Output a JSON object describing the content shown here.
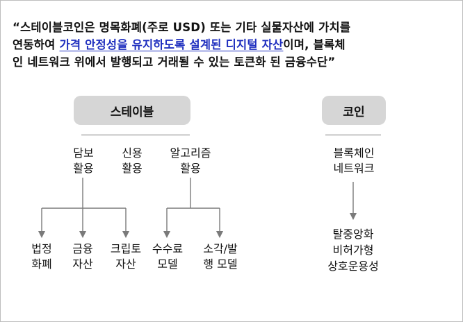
{
  "definition": {
    "line1": "“스테이블코인은 명목화폐(주로 USD) 또는 기타 실물자산에 가치를",
    "line2_pre": "연동하여 ",
    "line2_highlight": "가격 안정성을 유지하도록 설계된 디지털 자산",
    "line2_post": "이며, 블록체",
    "line3": "인 네트워크 위에서 발행되고 거래될 수 있는 토큰화 된 금융수단”",
    "highlight_color": "#1f2fbf"
  },
  "stable": {
    "header": "스테이블",
    "categories": [
      {
        "line1": "담보",
        "line2": "활용"
      },
      {
        "line1": "신용",
        "line2": "활용"
      },
      {
        "line1": "알고리즘",
        "line2": "활용"
      }
    ],
    "types": [
      {
        "line1": "법정",
        "line2": "화폐"
      },
      {
        "line1": "금융",
        "line2": "자산"
      },
      {
        "line1": "크립토",
        "line2": "자산"
      },
      {
        "line1": "수수료",
        "line2": "모델"
      },
      {
        "line1": "소각/발",
        "line2": "행 모델"
      }
    ]
  },
  "coin": {
    "header": "코인",
    "basis": {
      "line1": "블록체인",
      "line2": "네트워크"
    },
    "result": {
      "line1": "탈중앙화",
      "line2": "비허가형",
      "line3": "상호운용성"
    }
  },
  "colors": {
    "pill": "#d6d6d6",
    "connector": "#7a7a7a",
    "link": "#1f2fbf"
  }
}
